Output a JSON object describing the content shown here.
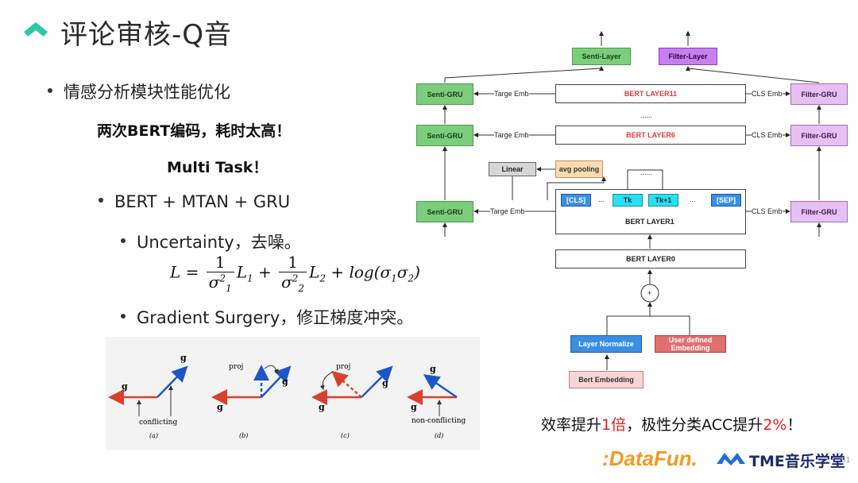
{
  "title": "评论审核-Q音",
  "bullets": {
    "b1": "情感分析模块性能优化",
    "bold1": "两次BERT编码，耗时太高！",
    "bold2": "Multi Task！",
    "b2": "BERT + MTAN + GRU",
    "b3": "Uncertainty，去噪。",
    "b4": "Gradient Surgery，修正梯度冲突。"
  },
  "formula": {
    "lhs": "L =",
    "num": "1",
    "den1": "σ",
    "term1": "L",
    "plus": "+",
    "term2": "L",
    "rest": "+ log(σ",
    "sigma2": "σ",
    "close": ")"
  },
  "grad": {
    "gi": "g",
    "gj": "g",
    "proj_b": "proj",
    "proj_c": "proj",
    "conflicting": "conflicting",
    "nonconflicting": "non-conflicting",
    "a": "(a)",
    "b": "(b)",
    "c": "(c)",
    "d": "(d)"
  },
  "arch": {
    "senti_layer": "Senti-Layer",
    "filter_layer": "Filter-Layer",
    "senti_gru": "Senti-GRU",
    "filter_gru": "Filter-GRU",
    "targe_emb": "Targe Emb",
    "target_emb": "Targe Emb",
    "cls_emb": "CLS Emb",
    "bert11": "BERT LAYER11",
    "bert6": "BERT LAYER6",
    "bert1": "BERT LAYER1",
    "bert0": "BERT LAYER0",
    "dots": "......",
    "linear": "Linear",
    "avg_pooling": "avg pooling",
    "cls": "[CLS]",
    "tk": "Tk",
    "tk1": "Tk+1",
    "sep": "[SEP]",
    "ellipsis": "...",
    "plus": "+",
    "layer_norm": "Layer Normalize",
    "user_emb": "User defined Embedding",
    "bert_emb": "Bert Embedding"
  },
  "efficiency": {
    "p1": "效率提升",
    "v1": "1倍",
    "p2": "，极性分类ACC提升",
    "v2": "2%",
    "p3": "！"
  },
  "logos": {
    "datafun": ":DataFun.",
    "tme": "TME音乐学堂"
  },
  "page_number": "91",
  "colors": {
    "accent": "#2bc8a8",
    "red": "#e02020",
    "green": "#7ccd7c",
    "purple": "#e6c0f2",
    "blue": "#3b8fe0"
  }
}
